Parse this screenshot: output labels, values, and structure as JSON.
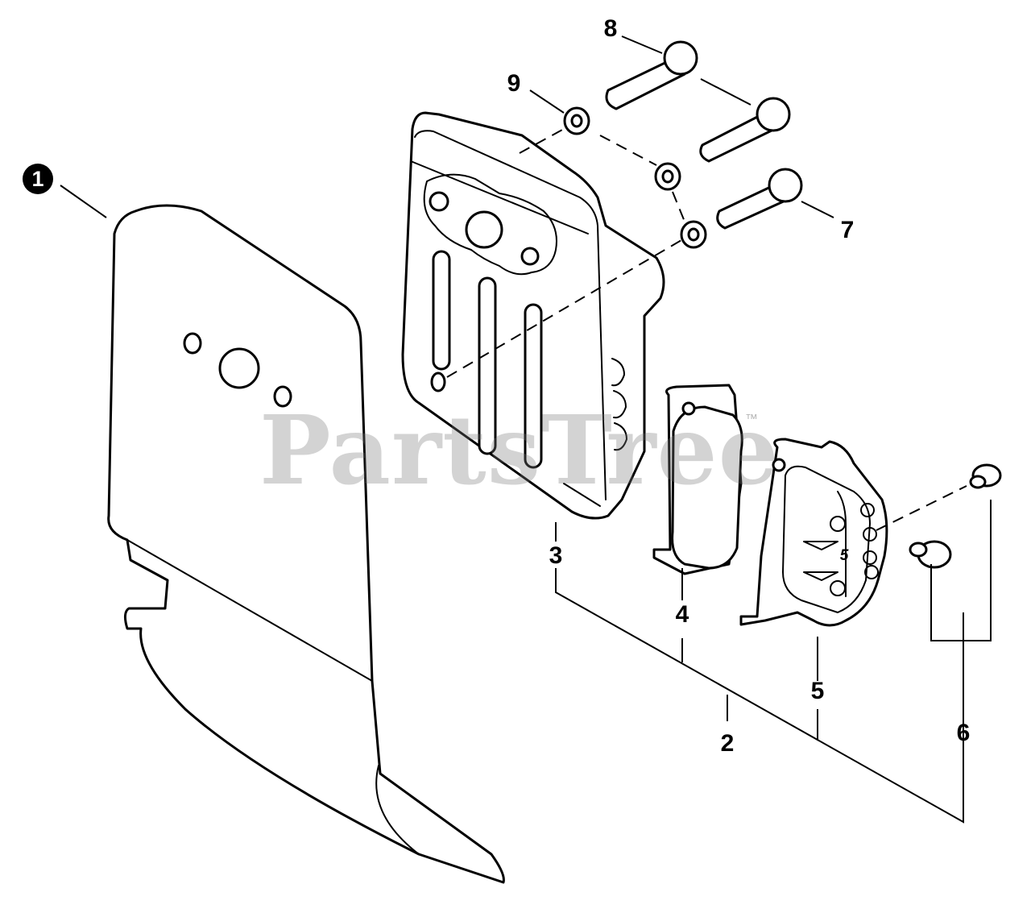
{
  "watermark": {
    "text": "PartsTree",
    "trademark": "™"
  },
  "callouts": [
    {
      "label": "1",
      "style": "badge"
    },
    {
      "label": "2"
    },
    {
      "label": "3"
    },
    {
      "label": "4"
    },
    {
      "label": "5"
    },
    {
      "label": "6"
    },
    {
      "label": "7"
    },
    {
      "label": "8"
    },
    {
      "label": "9"
    }
  ],
  "part_stamp": "5",
  "parts": [
    {
      "callout": "1",
      "icon": "heat-shield-icon"
    },
    {
      "callout": "2",
      "icon": "muffler-assembly-bracket"
    },
    {
      "callout": "3",
      "icon": "muffler-body-icon"
    },
    {
      "callout": "4",
      "icon": "spark-arrestor-screen-icon"
    },
    {
      "callout": "5",
      "icon": "muffler-cover-icon"
    },
    {
      "callout": "6",
      "icon": "screw-pair-icon"
    },
    {
      "callout": "7",
      "icon": "bolt-icon"
    },
    {
      "callout": "8",
      "icon": "bolt-icon"
    },
    {
      "callout": "9",
      "icon": "washer-icon"
    }
  ],
  "colors": {
    "line": "#000000",
    "background": "#ffffff",
    "watermark": "#787878"
  }
}
